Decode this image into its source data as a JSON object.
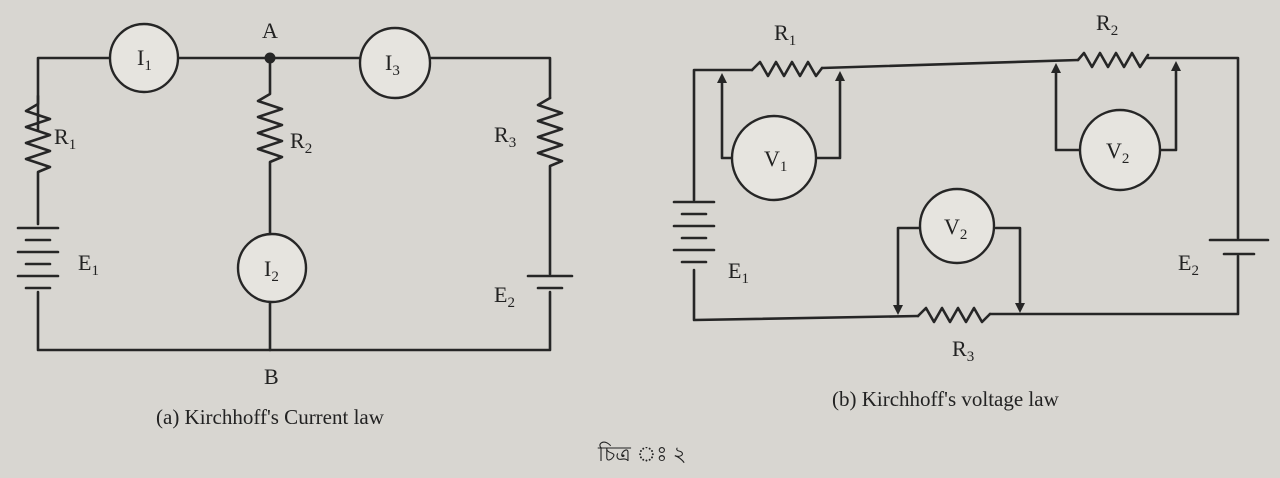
{
  "colors": {
    "paper": "#d8d6d1",
    "ink": "#262626"
  },
  "kcl": {
    "caption": "(a) Kirchhoff's Current law",
    "node_a": "A",
    "node_b": "B",
    "i1": {
      "main": "I",
      "sub": "1"
    },
    "i2": {
      "main": "I",
      "sub": "2"
    },
    "i3": {
      "main": "I",
      "sub": "3"
    },
    "r1": {
      "main": "R",
      "sub": "1"
    },
    "r2": {
      "main": "R",
      "sub": "2"
    },
    "r3": {
      "main": "R",
      "sub": "3"
    },
    "e1": {
      "main": "E",
      "sub": "1"
    },
    "e2": {
      "main": "E",
      "sub": "2"
    }
  },
  "kvl": {
    "caption": "(b) Kirchhoff's voltage law",
    "r1": {
      "main": "R",
      "sub": "1"
    },
    "r2": {
      "main": "R",
      "sub": "2"
    },
    "r3": {
      "main": "R",
      "sub": "3"
    },
    "v1": {
      "main": "V",
      "sub": "1"
    },
    "v2_top": {
      "main": "V",
      "sub": "2"
    },
    "v2_mid": {
      "main": "V",
      "sub": "2"
    },
    "e1": {
      "main": "E",
      "sub": "1"
    },
    "e2": {
      "main": "E",
      "sub": "2"
    }
  },
  "figure_label": "চিত্র ঃ ২"
}
